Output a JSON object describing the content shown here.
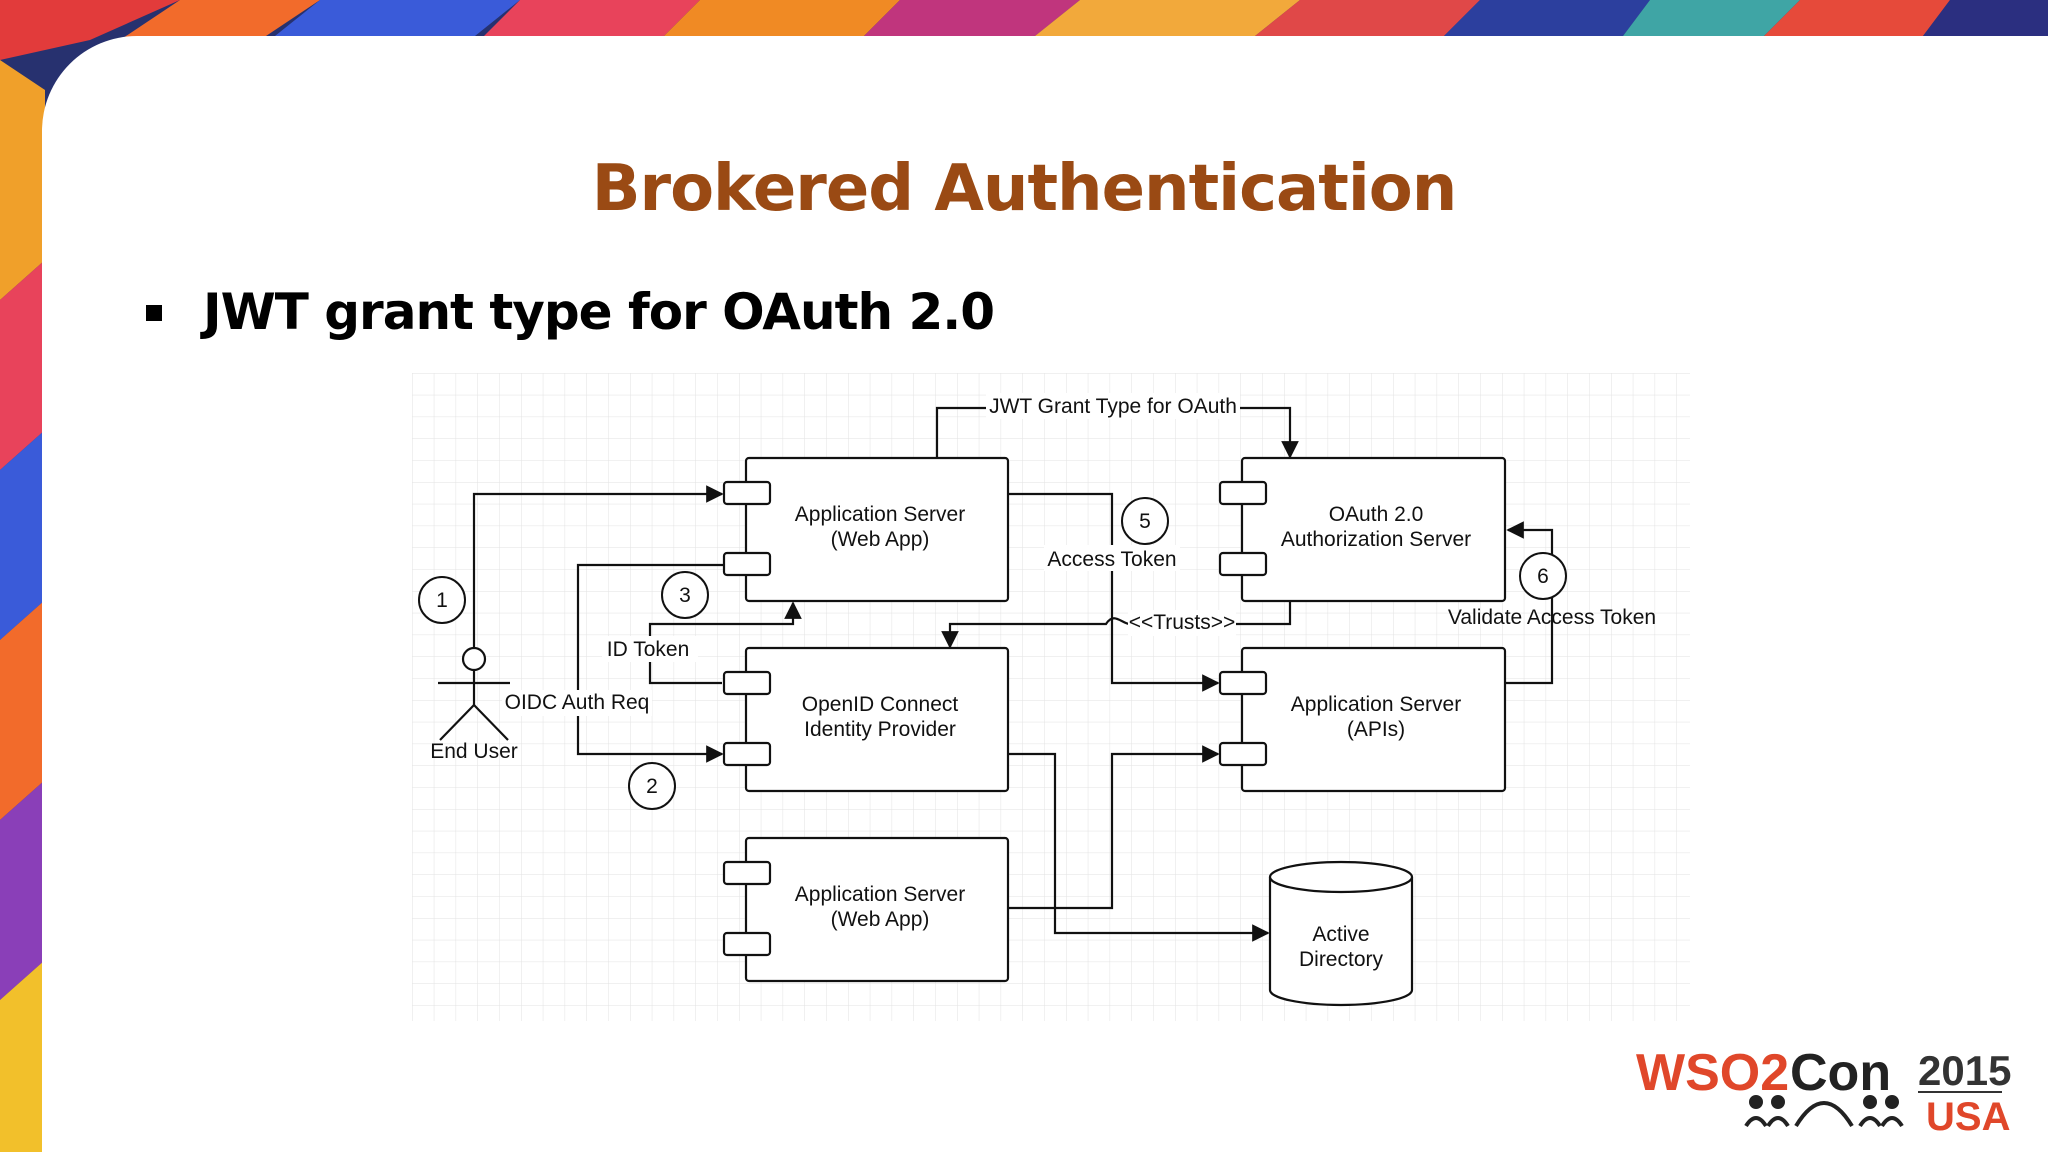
{
  "slide": {
    "title": "Brokered Authentication",
    "bullet": "JWT grant type for OAuth 2.0"
  },
  "diagram": {
    "nodes": {
      "app_web_1": {
        "line1": "Application Server",
        "line2": "(Web App)"
      },
      "oauth_server": {
        "line1": "OAuth 2.0",
        "line2": "Authorization Server"
      },
      "oidc_idp": {
        "line1": "OpenID Connect",
        "line2": "Identity Provider"
      },
      "app_apis": {
        "line1": "Application Server",
        "line2": "(APIs)"
      },
      "app_web_2": {
        "line1": "Application Server",
        "line2": "(Web App)"
      },
      "active_directory": {
        "line1": "Active",
        "line2": "Directory"
      },
      "end_user": "End User"
    },
    "edge_labels": {
      "jwt_grant": "JWT Grant Type for OAuth",
      "access_token": "Access Token",
      "trusts": "<<Trusts>>",
      "validate_access_token": "Validate Access Token",
      "id_token": "ID Token",
      "oidc_auth_req": "OIDC Auth Req"
    },
    "steps": [
      "1",
      "2",
      "3",
      "5",
      "6"
    ]
  },
  "logo": {
    "wso": "WSO2",
    "con": "Con",
    "year": "2015",
    "country": "USA"
  },
  "colors": {
    "title": "#9a4a14",
    "logo_accent": "#e0472a"
  }
}
